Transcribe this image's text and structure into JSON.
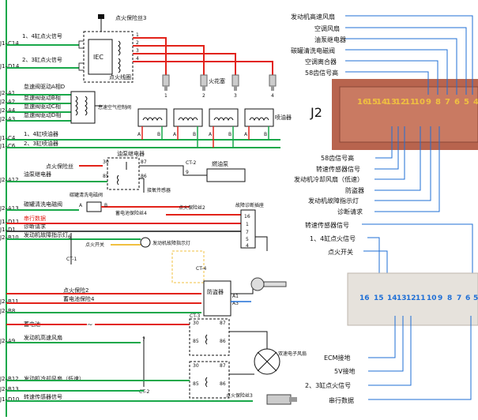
{
  "colors": {
    "red": "#e2231a",
    "green": "#19a84a",
    "black": "#111111",
    "yellow": "#f0c040",
    "blue": "#1f6fd6",
    "connector": "#b8644e"
  },
  "left_pins": [
    "J1–C14",
    "J1–D14",
    "J2–A1",
    "J2–A2",
    "J2–A4",
    "J2–A3",
    "J1–C4",
    "J1–C6",
    "J2–A12",
    "J2–A13",
    "J1–D11",
    "J1–D1",
    "J2–B10",
    "J2–B11",
    "J2–B8",
    "J2–A9",
    "J2–B12",
    "J2–B13",
    "J1–D10"
  ],
  "left_signals": {
    "ign14": "1、4缸点火信号",
    "ign23": "2、3缸点火信号",
    "idle_a": "怠速阀驱动A相D",
    "idle_b": "怠速阀驱动B相",
    "idle_c": "怠速阀驱动C相",
    "idle_d": "怠速阀驱动D相",
    "inj14": "1、4缸喷油器",
    "inj23": "2、3缸喷油器",
    "pump": "油泵继电器",
    "canister": "碳罐清洗电磁阀",
    "serial": "串行数据",
    "diag": "诊断请求",
    "mil": "发动机故障指示灯",
    "fuse2": "点火保险2",
    "fuse4": "蓄电池保险4",
    "battery": "蓄电池",
    "fan_high": "发动机高速风扇",
    "fan_low": "发动机冷却风扇（低速）",
    "speed": "转速传感器信号"
  },
  "diagram": {
    "fuse3": "点火保险丝3",
    "iec": "IEC",
    "coil": "点火线圈",
    "plug": "火花塞",
    "spark_nums": [
      "1",
      "2",
      "3",
      "4"
    ],
    "pins_1234": [
      "1",
      "2",
      "3",
      "4"
    ],
    "idle_valve": "怠速空气控制阀",
    "injector": "喷油器",
    "pump_relay": "油泵继电器",
    "fuse_dot": "点火保险丝",
    "ct2": "CT-2",
    "fuel_pump": "燃油泵",
    "ground_pump": "接氧传感器",
    "canister_valve": "碳罐清洗电磁阀",
    "fuse2_right": "点火保险丝2",
    "battery_fuse4": "蓄电池保险丝4",
    "diag_conn": "故障诊断插座",
    "diag_pins": [
      "16",
      "1",
      "7",
      "5",
      "4"
    ],
    "mil_lamp": "发动机故障指示灯",
    "ignition_switch": "点火开关",
    "ct1": "CT-1",
    "ct4": "CT-4",
    "ct3": "CT-3",
    "ct2b": "CT-2",
    "immobilizer": "防盗器",
    "a1": "A1",
    "a3": "A3",
    "dual_fan": "双速电子风扇",
    "fuse3_bottom": "点火保险丝3",
    "relay_nums": [
      "30",
      "87",
      "85",
      "86"
    ],
    "ab": [
      "A",
      "B"
    ],
    "num7": "7",
    "num9": "9",
    "num6": "6",
    "num8": "8"
  },
  "j2": {
    "title": "J2",
    "top_labels": [
      "发动机高速风扇",
      "空调风扇",
      "油泵继电器",
      "碳罐清洗电磁阀",
      "空调离合器",
      "58齿信号高"
    ],
    "pin_numbers": [
      "16",
      "15",
      "14",
      "13",
      "12",
      "11",
      "10",
      "9",
      "8",
      "7",
      "6",
      "5",
      "4"
    ],
    "bottom_labels": [
      "58齿信号高",
      "转速传感器信号",
      "发动机冷却风扇（低速）",
      "防盗器",
      "发动机故障指示灯",
      "诊断请求"
    ]
  },
  "j1": {
    "top_labels": [
      "转速传感器信号",
      "1、4缸点火信号",
      "点火开关"
    ],
    "pin_numbers": [
      "16",
      "15",
      "14",
      "13",
      "12",
      "11",
      "10",
      "9",
      "8",
      "7",
      "6",
      "5"
    ],
    "bottom_labels": [
      "ECM接地",
      "5V接地",
      "2、3缸点火信号",
      "串行数据"
    ]
  }
}
